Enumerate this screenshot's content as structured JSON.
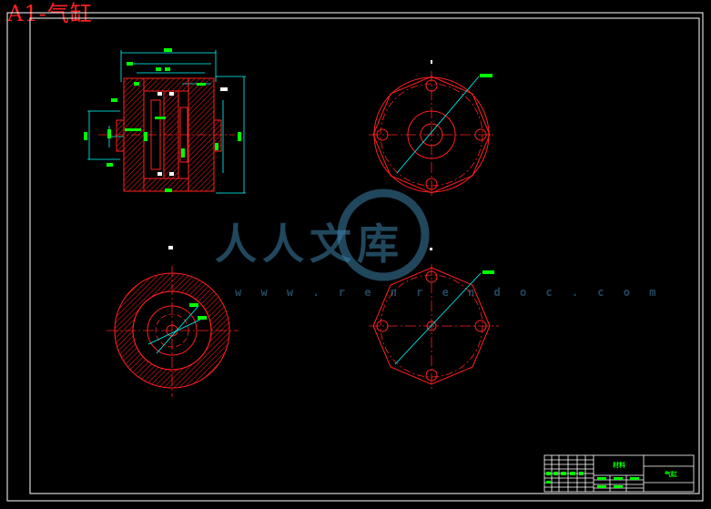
{
  "title": "A1-气缸",
  "watermark": {
    "text": "人人文库",
    "url": "w w w . r e n r e n d o c . c o m"
  },
  "title_block": {
    "label_left": "材料",
    "label_right": "气缸"
  },
  "colors": {
    "frame": "#ffffff",
    "outline": "#ff2020",
    "center_lines": "#ff2020",
    "dimension": "#00ffff",
    "annotation": "#00ff00",
    "hatch": "#ff2020",
    "watermark": "#3c82aa"
  },
  "views": [
    {
      "name": "section-view",
      "type": "cross-section"
    },
    {
      "name": "top-right-flange",
      "type": "flange-plan"
    },
    {
      "name": "bottom-left-ring",
      "type": "hatched-ring"
    },
    {
      "name": "bottom-right-flange",
      "type": "flange-plan"
    }
  ]
}
